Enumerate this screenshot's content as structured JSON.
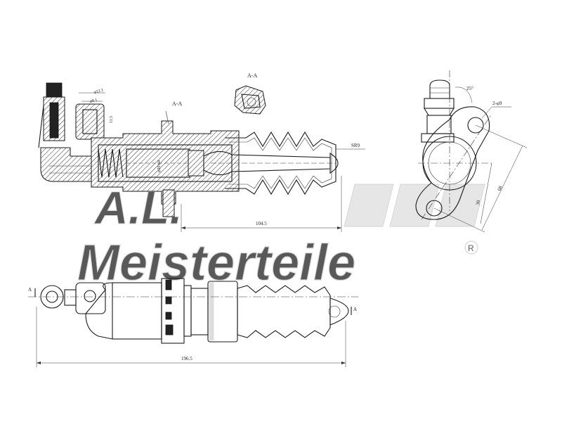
{
  "section_labels": {
    "section_a_left": "A-A",
    "section_a_top": "A-A",
    "marker_left": "A",
    "marker_right": "A"
  },
  "dimensions": {
    "port_dia_outer": "φ12.1",
    "port_dia_inner": "φ9.1",
    "port_length": "11.5",
    "bore_dia": "φ20.64",
    "sphere_radius": "SR9",
    "stroke_length": "104.5",
    "overall_length": "196.5",
    "angle": "25°",
    "hole_spec": "2-φ9",
    "hole_spacing": "68",
    "flange_offset": "30"
  },
  "watermark": {
    "brand_initials": "A.L.",
    "brand_name": "Meisterteile",
    "registered": "R"
  }
}
